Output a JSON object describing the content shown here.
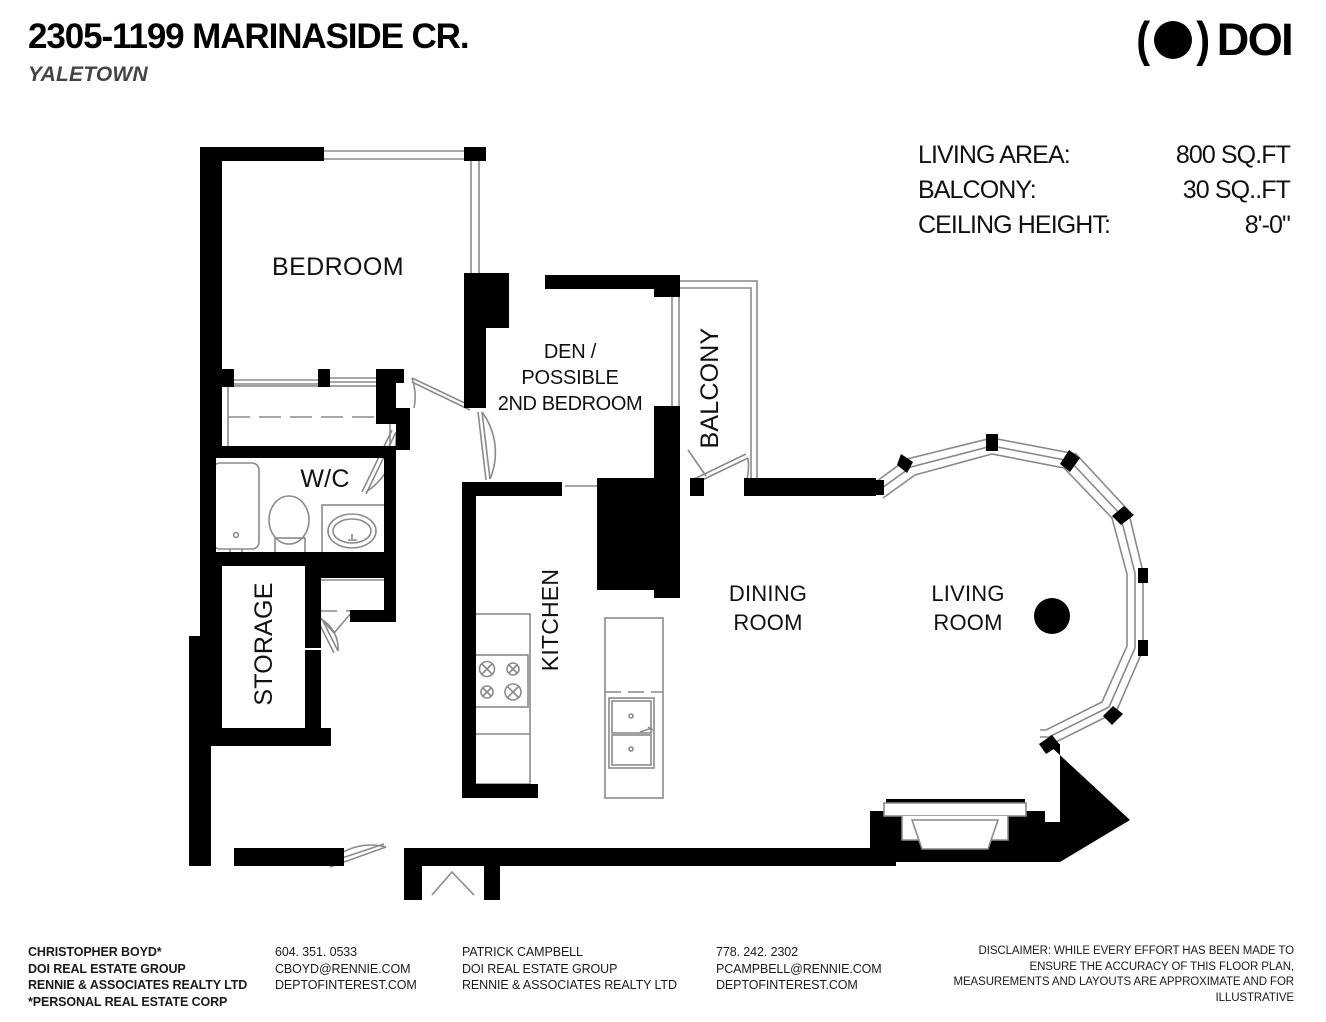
{
  "header": {
    "address_title": "2305-1199 MARINASIDE CR.",
    "neighbourhood": "YALETOWN",
    "logo": {
      "mark_left": "(",
      "mark_right": ")",
      "wordmark": "DOI"
    }
  },
  "specs": [
    {
      "label": "LIVING AREA:",
      "value": "800 SQ.FT"
    },
    {
      "label": "BALCONY:",
      "value": "30 SQ..FT"
    },
    {
      "label": "CEILING HEIGHT:",
      "value": "8'-0\""
    }
  ],
  "floorplan": {
    "rooms": [
      {
        "name": "BEDROOM",
        "label": "BEDROOM"
      },
      {
        "name": "den",
        "label_line1": "DEN /",
        "label_line2": "POSSIBLE",
        "label_line3": "2ND BEDROOM"
      },
      {
        "name": "balcony",
        "label": "BALCONY"
      },
      {
        "name": "wc",
        "label": "W/C"
      },
      {
        "name": "storage",
        "label": "STORAGE"
      },
      {
        "name": "kitchen",
        "label": "KITCHEN"
      },
      {
        "name": "dining",
        "label_line1": "DINING",
        "label_line2": "ROOM"
      },
      {
        "name": "living",
        "label_line1": "LIVING",
        "label_line2": "ROOM"
      }
    ],
    "wall_color": "#000000",
    "fixture_line_color": "#8a8a8a",
    "background": "#ffffff"
  },
  "footer": {
    "contact1": {
      "line1": "CHRISTOPHER BOYD*",
      "line2": "DOI REAL ESTATE GROUP",
      "line3": "RENNIE & ASSOCIATES REALTY LTD",
      "line4": "*PERSONAL REAL ESTATE CORP",
      "phone": "604. 351. 0533",
      "email": "CBOYD@RENNIE.COM",
      "website": "DEPTOFINTEREST.COM"
    },
    "contact2": {
      "line1": "PATRICK CAMPBELL",
      "line2": "DOI REAL ESTATE GROUP",
      "line3": "RENNIE & ASSOCIATES REALTY LTD",
      "phone": "778. 242. 2302",
      "email": "PCAMPBELL@RENNIE.COM",
      "website": "DEPTOFINTEREST.COM"
    },
    "disclaimer": {
      "line1": "DISCLAIMER: WHILE EVERY EFFORT HAS BEEN MADE TO",
      "line2": "ENSURE THE ACCURACY OF THIS FLOOR PLAN, MEASUREMENTS",
      "line3": "AND LAYOUTS ARE APPROXIMATE AND FOR ILLUSTRATIVE"
    }
  }
}
